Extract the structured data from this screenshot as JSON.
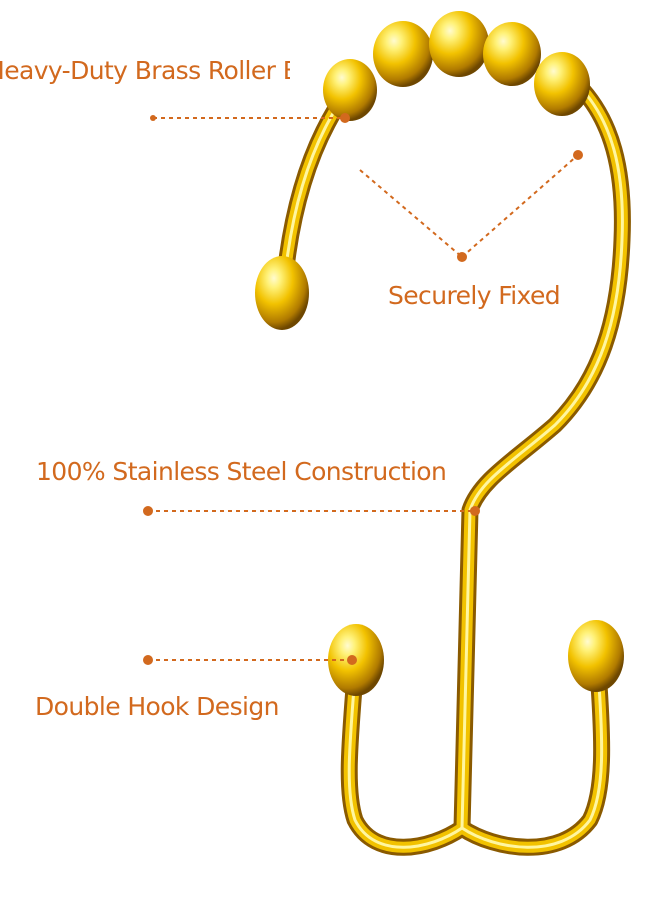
{
  "image": {
    "subject": "gold shower curtain hook with roller balls and double hook"
  },
  "labels": {
    "roller_balls": "Heavy-Duty Brass Roller B",
    "securely_fixed": "Securely Fixed",
    "stainless": "100% Stainless Steel Construction",
    "double_hook": "Double Hook Design"
  },
  "colors": {
    "label_text": "#d2691e",
    "leader_line": "#d2691e",
    "gold_light": "#fff27a",
    "gold_mid": "#f2c200",
    "gold_dark": "#8a5a00",
    "background": "#ffffff"
  }
}
